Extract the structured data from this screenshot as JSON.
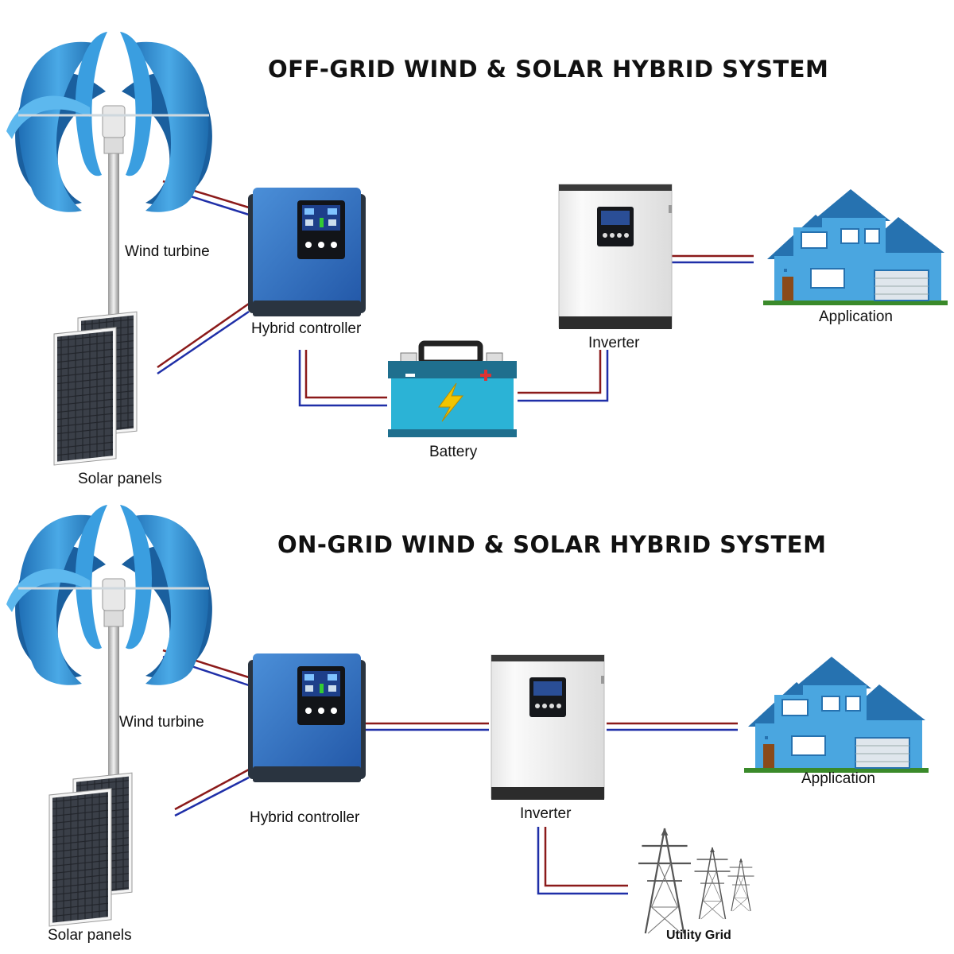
{
  "colors": {
    "wire_red": "#8b1a1a",
    "wire_blue": "#1f2fa8",
    "turbine_blue": "#2a8fd0",
    "controller_blue": "#2f6fc4",
    "house_blue": "#3d9ad6",
    "battery_cyan": "#2bb3d6"
  },
  "off_grid": {
    "title": "OFF-GRID WIND & SOLAR HYBRID SYSTEM",
    "wind_turbine_label": "Wind turbine",
    "solar_panels_label": "Solar panels",
    "hybrid_controller_label": "Hybrid controller",
    "battery_label": "Battery",
    "inverter_label": "Inverter",
    "application_label": "Application"
  },
  "on_grid": {
    "title": "ON-GRID WIND & SOLAR HYBRID SYSTEM",
    "wind_turbine_label": "Wind turbine",
    "solar_panels_label": "Solar panels",
    "hybrid_controller_label": "Hybrid controller",
    "inverter_label": "Inverter",
    "application_label": "Application",
    "utility_grid_label": "Utility Grid"
  }
}
